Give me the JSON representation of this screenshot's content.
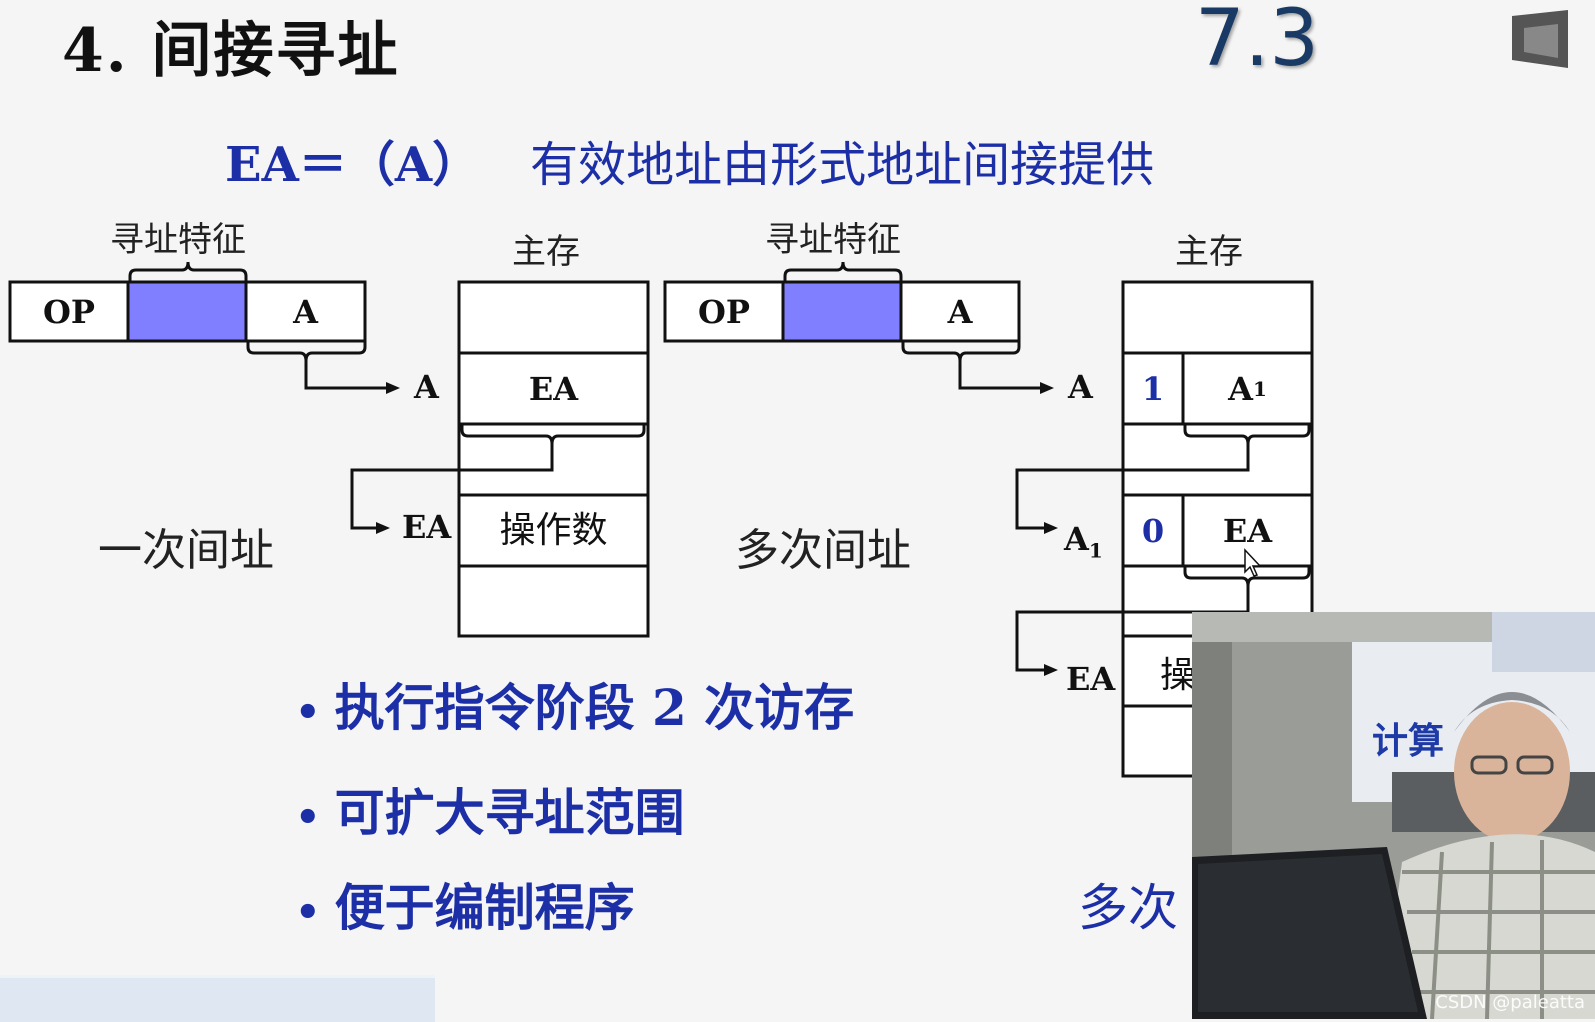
{
  "header": {
    "title": "4. 间接寻址",
    "section": "7.3"
  },
  "formula": {
    "expr": "EA＝（A）",
    "desc": "有效地址由形式地址间接提供"
  },
  "left_diagram": {
    "feature_label": "寻址特征",
    "memory_label": "主存",
    "op": "OP",
    "a": "A",
    "ptr_a": "A",
    "ptr_ea": "EA",
    "cell_ea": "EA",
    "cell_operand": "操作数",
    "caption": "一次间址"
  },
  "right_diagram": {
    "feature_label": "寻址特征",
    "memory_label": "主存",
    "op": "OP",
    "a": "A",
    "ptr_a": "A",
    "ptr_a1_base": "A",
    "ptr_a1_sub": "1",
    "ptr_ea": "EA",
    "flag1": "1",
    "cell_a1_base": "A",
    "cell_a1_sub": "1",
    "flag0": "0",
    "cell_ea": "EA",
    "cell_operand_partial": "操",
    "caption": "多次间址"
  },
  "bullets": [
    "执行指令阶段 2 次访存",
    "可扩大寻址范围",
    "便于编制程序"
  ],
  "bottom_partial": "多次",
  "video": {
    "banner_partial": "计算",
    "watermark": "CSDN @paleatta"
  },
  "colors": {
    "blue_text": "#1d2fa6",
    "feature_fill": "#7f7fff",
    "title": "#1a3a66"
  }
}
